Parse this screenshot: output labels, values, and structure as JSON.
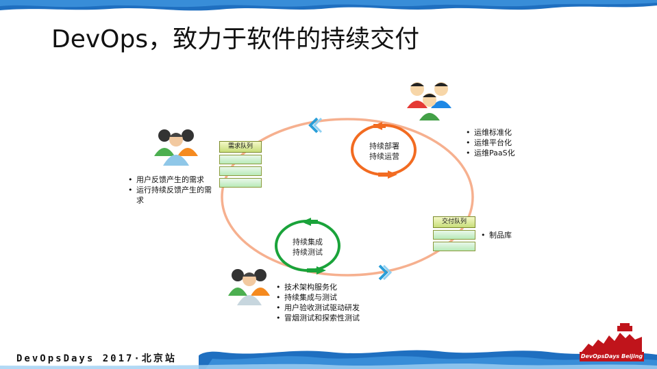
{
  "title": "DevOps，致力于软件的持续交付",
  "left_group": {
    "bullets": [
      "用户反馈产生的需求",
      "运行持续反馈产生的需求"
    ]
  },
  "ops_group": {
    "bullets": [
      "运维标准化",
      "运维平台化",
      "运维PaaS化"
    ]
  },
  "dev_group": {
    "bullets": [
      "技术架构服务化",
      "持续集成与测试",
      "用户验收测试驱动研发",
      "冒烟测试和探索性测试"
    ]
  },
  "demand_queue": {
    "label": "需求队列"
  },
  "delivery_queue": {
    "label": "交付队列",
    "note": "制品库"
  },
  "deploy_cycle": {
    "line1": "持续部署",
    "line2": "持续运营"
  },
  "ci_cycle": {
    "line1": "持续集成",
    "line2": "持续测试"
  },
  "footer": {
    "text": "DevOpsDays 2017·北京站"
  },
  "logo": {
    "text": "DevOpsDays Beijing"
  },
  "colors": {
    "main_loop": "#f6b08f",
    "deploy_cycle": "#f26b21",
    "ci_cycle": "#1aa33a",
    "chevron": "#2a9ed8",
    "band": "#1f6fc0",
    "logo_red": "#c0141b"
  },
  "icons": [
    "people-group-icon",
    "chevron-left-icon",
    "chevron-right-icon",
    "bullet-icon",
    "great-wall-logo-icon"
  ]
}
